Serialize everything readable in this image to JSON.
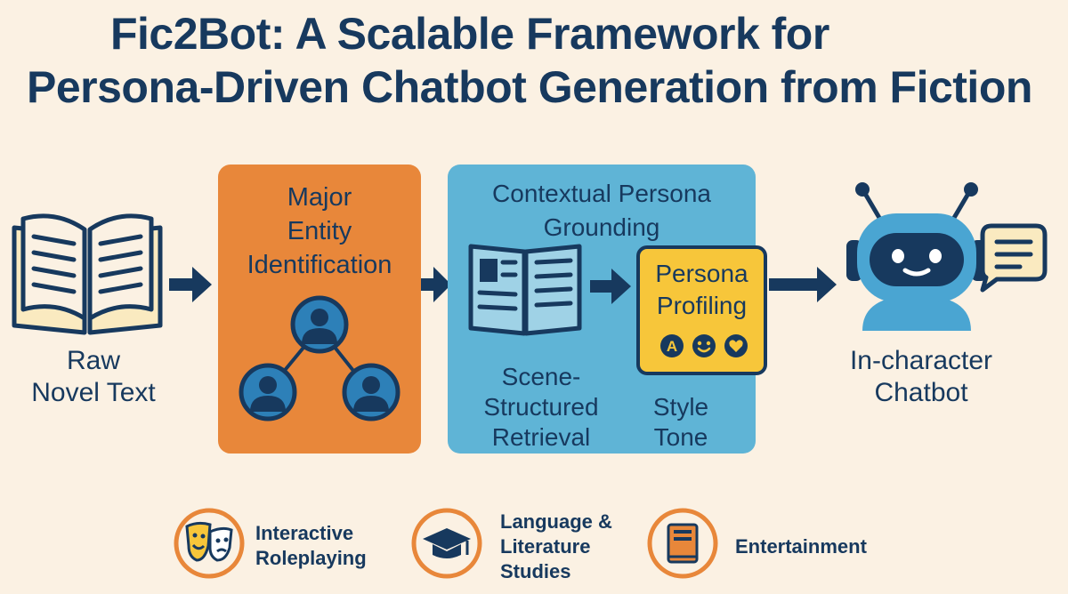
{
  "title": {
    "line1": "Fic2Bot: A Scalable Framework for",
    "line2": "Persona-Driven Chatbot Generation from Fiction"
  },
  "pipeline": {
    "input": {
      "label_line1": "Raw",
      "label_line2": "Novel Text",
      "icon": "open-book-icon"
    },
    "entity_identification": {
      "title_lines": [
        "Major",
        "Entity",
        "Identification"
      ],
      "icon": "character-network-icon",
      "color": "#e8873a"
    },
    "persona_grounding": {
      "title_lines": [
        "Contextual Persona",
        "Grounding"
      ],
      "color": "#5fb4d6",
      "retrieval": {
        "label_lines": [
          "Scene-",
          "Structured",
          "Retrieval"
        ],
        "icon": "document-book-icon"
      },
      "style_tone": {
        "label_lines": [
          "Style",
          "Tone"
        ]
      },
      "profiling": {
        "title_lines": [
          "Persona",
          "Profiling"
        ],
        "badges": [
          "A",
          "smile-icon",
          "heart-icon"
        ],
        "color": "#f7c63a"
      }
    },
    "output": {
      "label_line1": "In-character",
      "label_line2": "Chatbot",
      "icon": "robot-icon"
    }
  },
  "applications": [
    {
      "label_lines": [
        "Interactive",
        "Roleplaying"
      ],
      "icon": "theater-masks-icon"
    },
    {
      "label_lines": [
        "Language &",
        "Literature",
        "Studies"
      ],
      "icon": "graduation-cap-icon"
    },
    {
      "label_lines": [
        "Entertainment"
      ],
      "icon": "book-icon"
    }
  ],
  "colors": {
    "navy": "#17395e",
    "accent_orange": "#e8873a",
    "accent_blue": "#5fb4d6",
    "accent_yellow": "#f7c63a",
    "background": "#fbf1e3"
  }
}
